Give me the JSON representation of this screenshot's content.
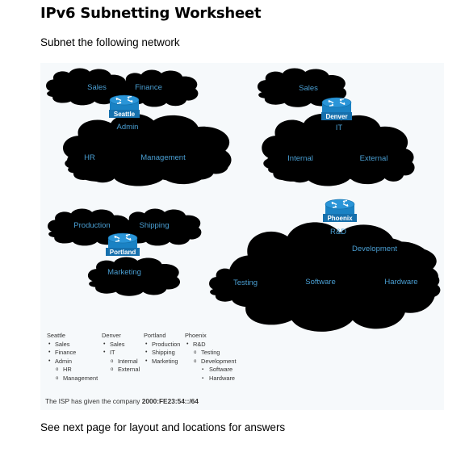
{
  "title": "IPv6 Subnetting Worksheet",
  "subtitle": "Subnet the following network",
  "sites": [
    {
      "router": "Seattle",
      "clouds": [
        "Sales",
        "Finance",
        "Admin",
        "HR",
        "Management"
      ]
    },
    {
      "router": "Denver",
      "clouds": [
        "Sales",
        "IT",
        "Internal",
        "External"
      ]
    },
    {
      "router": "Portland",
      "clouds": [
        "Production",
        "Shipping",
        "Marketing"
      ]
    },
    {
      "router": "Phoenix",
      "clouds": [
        "R&D",
        "Development",
        "Testing",
        "Software",
        "Hardware"
      ]
    }
  ],
  "outline": {
    "seattle": {
      "heading": "Seattle",
      "items": [
        "Sales",
        "Finance",
        "Admin",
        "HR",
        "Management"
      ]
    },
    "denver": {
      "heading": "Denver",
      "items": [
        "Sales",
        "IT",
        "Internal",
        "External"
      ]
    },
    "portland": {
      "heading": "Portland",
      "items": [
        "Production",
        "Shipping",
        "Marketing"
      ]
    },
    "phoenix": {
      "heading": "Phoenix",
      "items": [
        "R&D",
        "Testing",
        "Development",
        "Software",
        "Hardware"
      ]
    }
  },
  "isp_note": {
    "text": "The ISP has given the company ",
    "prefix": "2000:FE23:54::/64"
  },
  "footer": "See next page for layout and locations for answers",
  "colors": {
    "cloud_stroke": "#1f7db7",
    "cloud_text": "#4a9fd3",
    "router_body": "#1a82c4",
    "router_top": "#2a95d8",
    "panel_bg": "#f6f9fb"
  },
  "icons": {
    "router": "router-icon",
    "cloud": "cloud-shape"
  }
}
